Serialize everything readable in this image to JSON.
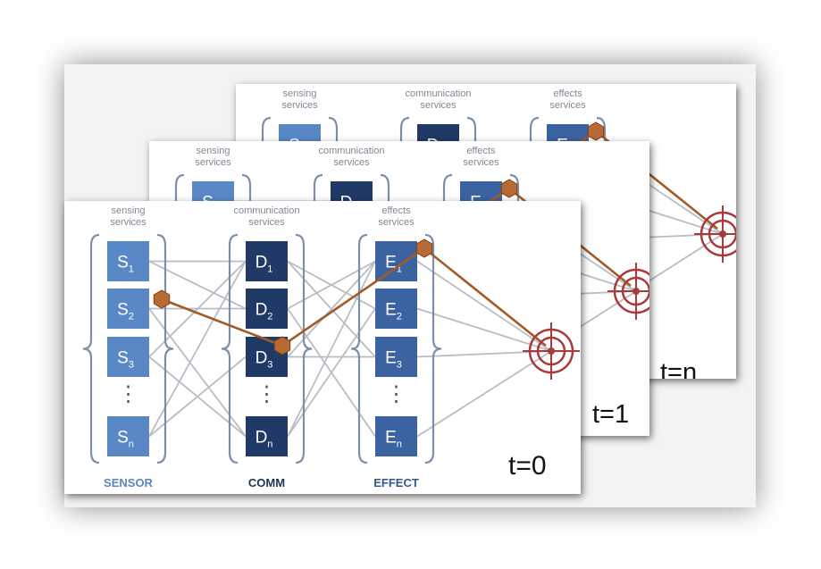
{
  "panels": [
    {
      "time_label": "t=n"
    },
    {
      "time_label": "t=1"
    },
    {
      "time_label": "t=0"
    }
  ],
  "groups": {
    "sensor": {
      "header": [
        "sensing",
        "services"
      ],
      "title": "SENSOR",
      "letter": "S"
    },
    "comm": {
      "header": [
        "communication",
        "services"
      ],
      "title": "COMM",
      "letter": "D"
    },
    "effect": {
      "header": [
        "effects",
        "services"
      ],
      "title": "EFFECT",
      "letter": "E"
    }
  },
  "node_subscripts": [
    "1",
    "2",
    "3",
    "n"
  ],
  "ellipsis": "⋮",
  "colors": {
    "sensor_box": "#5a87c6",
    "comm_box": "#1f3a66",
    "effect_box": "#3b63a2",
    "bracket": "#7b8faa",
    "link": "#b8bcc4",
    "path": "#a25a26",
    "path_node": "#b86a34",
    "target": "#a83a3a",
    "sensor_title": "#5b86c2",
    "comm_title": "#1e3355",
    "effect_title": "#33588f"
  }
}
